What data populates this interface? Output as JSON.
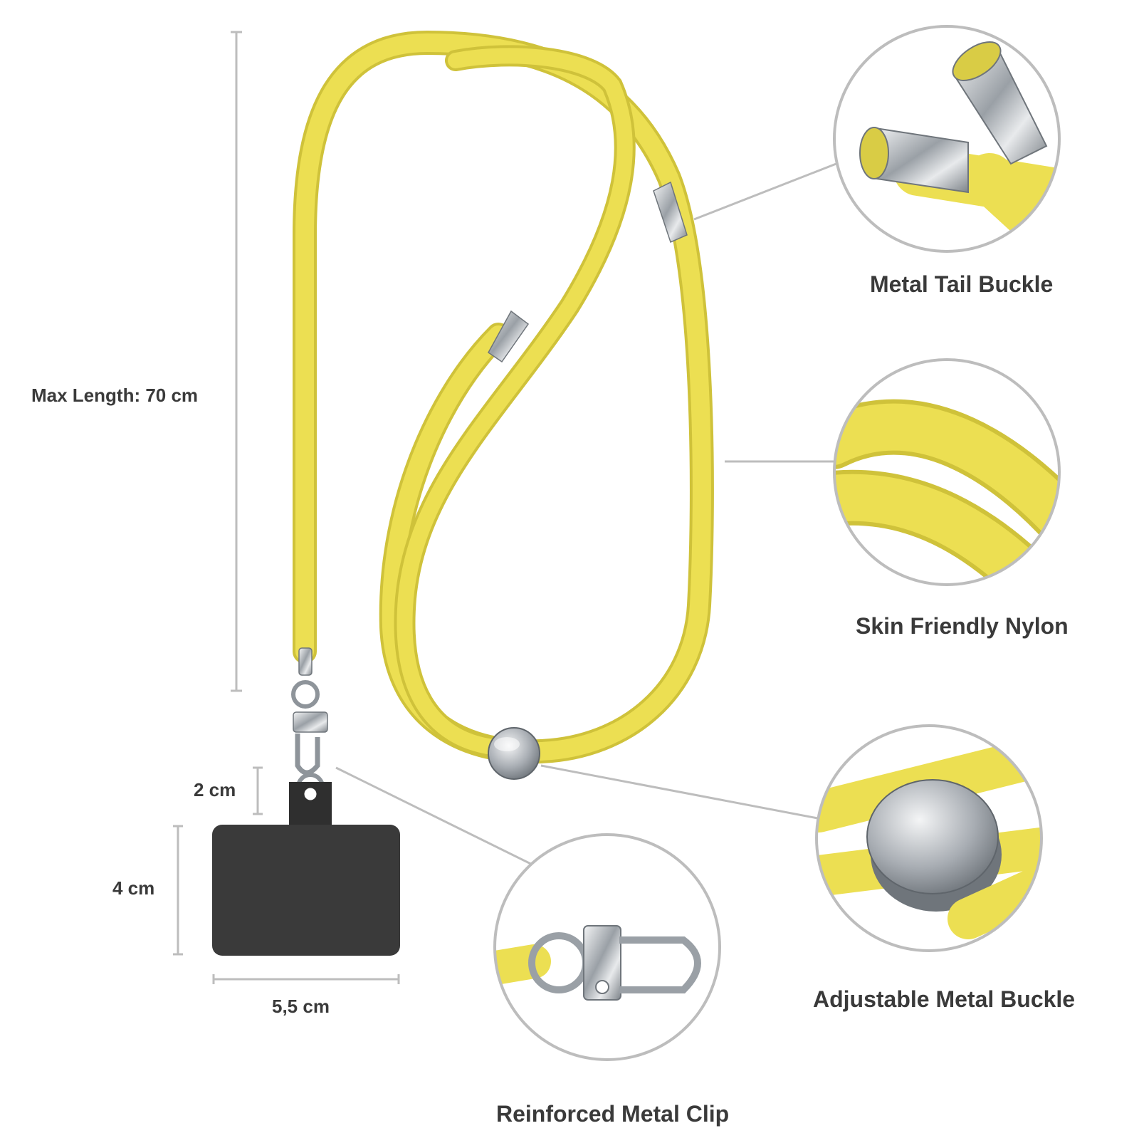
{
  "dimensions": {
    "max_length": "Max Length: 70 cm",
    "tab_neck_height": "2 cm",
    "tab_height": "4 cm",
    "tab_width": "5,5 cm"
  },
  "features": {
    "tail_buckle": "Metal Tail Buckle",
    "nylon": "Skin Friendly Nylon",
    "adjustable_buckle": "Adjustable Metal Buckle",
    "clip": "Reinforced Metal Clip"
  },
  "colors": {
    "cord": "#ecdf52",
    "cord_shadow": "#cfc23a",
    "metal": "#c9ccd0",
    "tab": "#3a3a3a",
    "line": "#bdbdbd",
    "text": "#3a3a3a"
  },
  "icons": {
    "lanyard": "lanyard-icon",
    "tail_buckle_detail": "metal-tail-buckle-icon",
    "nylon_detail": "nylon-cord-icon",
    "slider_detail": "adjustable-buckle-icon",
    "clip_detail": "metal-clip-icon",
    "phone_tab": "phone-tab-icon"
  }
}
